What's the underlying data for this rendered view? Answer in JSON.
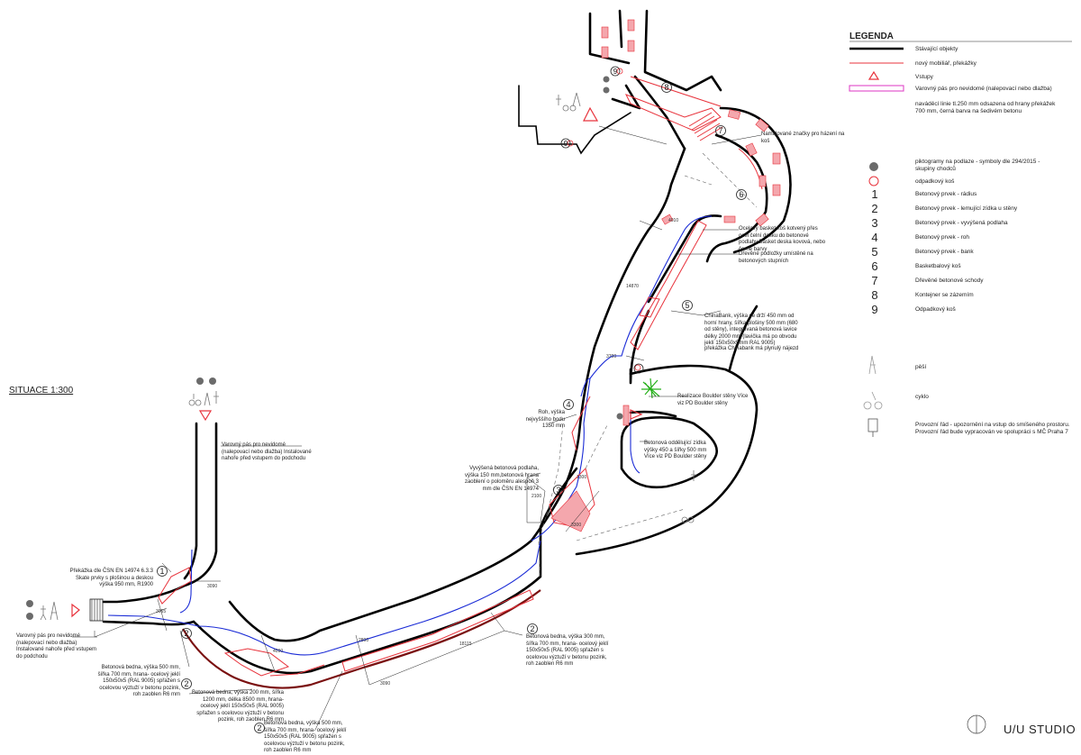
{
  "title": "SITUACE 1:300",
  "studio": "U/U STUDIO",
  "legend": {
    "heading": "LEGENDA",
    "items": [
      {
        "key": "existing",
        "text": "Stávající objekty"
      },
      {
        "key": "new",
        "text": "nový mobiliář, překážky"
      },
      {
        "key": "entry",
        "text": "Vstupy"
      },
      {
        "key": "warning",
        "text": "Varovný pás pro nevidomé (nalepovací nebo dlažba)"
      },
      {
        "key": "guide",
        "text": "naváděcí linie tl.250 mm odsazena od hrany překážek 700 mm, černá barva na šedivém betonu"
      },
      {
        "key": "pictogram",
        "text": "piktogramy na podlaze - symboly dle 294/2015 - skupiny chodců"
      },
      {
        "key": "bin",
        "text": "odpadkový koš"
      }
    ],
    "numbered": [
      {
        "num": "1",
        "text": "Betonový prvek - rádius"
      },
      {
        "num": "2",
        "text": "Betonový prvek - lemující zídka u stěny"
      },
      {
        "num": "3",
        "text": "Betonový prvek - vyvýšená podlaha"
      },
      {
        "num": "4",
        "text": "Betonový prvek - roh"
      },
      {
        "num": "5",
        "text": "Betonový prvek - bank"
      },
      {
        "num": "6",
        "text": "Basketbalový koš"
      },
      {
        "num": "7",
        "text": "Dřevěné betonové schody"
      },
      {
        "num": "8",
        "text": "Kontejner se zázemím"
      },
      {
        "num": "9",
        "text": "Odpadkový koš"
      }
    ],
    "symbols": [
      {
        "icon": "pedestrian-icon",
        "text": "pěší"
      },
      {
        "icon": "cyclist-icon",
        "text": "cyklo"
      },
      {
        "icon": "sign-icon",
        "text": "Provozní řád - upozornění na vstup do smíšeného prostoru. Provozní řád bude vypracován ve spolupráci s MČ Praha 7"
      }
    ]
  },
  "annotations": {
    "warning_top": "Varovný pás pro nevidomé (nalepovací nebo dlažba) Instalované nahoře před vstupem do podchodu",
    "warning_left": "Varovný pás pro nevidomé (nalepovací nebo dlažba) Instalované nahoře před vstupem do podchodu",
    "obstacle": "Překážka dle ČSN EN 14974 6.3.3 Skate prvky s plošinou a deskou výška 950 mm, R1900",
    "beam_500": "Betonová bedna, výška 500 mm, šířka 700 mm, hrana- ocelový jeklí 150x50x5 (RAL 9005) spřažen s ocelovou výztuží v betonu pozink, roh zaoblen R6 mm",
    "beam_200": "Betonová bedna, výška 200 mm, šířka 1200 mm, délka 8500 mm, hrana- ocelový jeklí 150x50x5 (RAL 9005) spřažen s ocelovou výztuží v betonu pozink, roh zaoblen R6 mm",
    "beam_500b": "Betonová bedna, výška 500 mm, šířka 700 mm, hrana- ocelový jeklí 150x50x5 (RAL 9005) spřažen s ocelovou výztuží v betonu pozink, roh zaoblen R6 mm",
    "beam_300": "Betonová bedna, výška 300 mm, šířka 700 mm, hrana- ocelový jeklí 150x50x5 (RAL 9005) spřažen s ocelovou výztuží v betonu pozink, roh zaoblen R6 mm",
    "raised": "Vyvýšená betonová podlaha, výška 150 mm,betonová hrana zaoblení o poloměru alespoň 3 mm dle ČSN EN 14974",
    "corner": "Roh, výška nejvyššího bodu 1350 mm",
    "boulder": "Realizace Boulder stěny Více viz PD Boulder stěny",
    "separating": "Betonová oddělující zídka výšky 450 a šířky 500 mm Více viz PD Boulder stěny",
    "chinabank": "ChinaBank, výška se drží 450 mm od horní hrany, šířka plošiny 500 mm (680 od stěny), integrovaná betonová lavice délky 2000 mm (lavička má po obvodu jeklí 150x50x5mm RAL 9005)",
    "chinabank_note": "překážka Chinabank má plynulý nájezd",
    "basket": "Ocelový basket koš kotvený přes ocel čelní desku do betonové podlahy Basket deska kovová, nebo černé barvy",
    "wood": "Dřevěné podložky umístěné na betonových stupních",
    "marks": "Namalované značky pro házení na koš"
  },
  "callouts": [
    "1",
    "2",
    "2",
    "2",
    "2",
    "3",
    "4",
    "5",
    "6",
    "7",
    "8",
    "9",
    "9"
  ],
  "dims": [
    "3090",
    "3065",
    "4090",
    "2800",
    "18115",
    "3090",
    "3700",
    "4010",
    "14870",
    "1300",
    "2100",
    "3300"
  ],
  "colors": {
    "existing": "#000000",
    "new": "#e8333c",
    "guide": "#1a2bd6",
    "warning": "#e046c8",
    "pink_fill": "#f4a7ad",
    "dark_red": "#7a1010",
    "pictogram": "#666666"
  }
}
